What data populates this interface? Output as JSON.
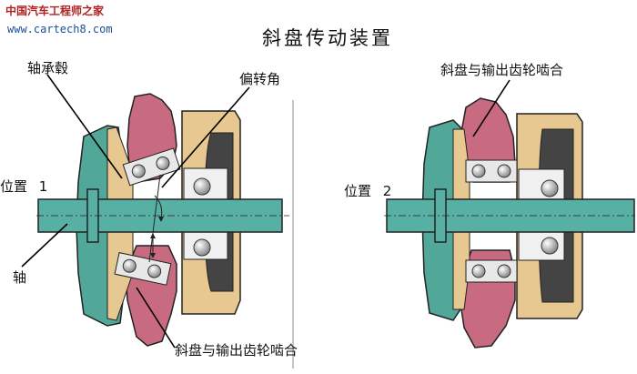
{
  "watermark": {
    "cn": "中国汽车工程师之家",
    "url": "www.cartech8.com"
  },
  "title": "斜盘传动装置",
  "labels": {
    "hub": "轴承毂",
    "angle": "偏转角",
    "position1": "位置",
    "position1_num": "1",
    "shaft": "轴",
    "mesh_left": "斜盘与输出齿轮啮合",
    "position2": "位置",
    "position2_num": "2",
    "mesh_right": "斜盘与输出齿轮啮合"
  },
  "colors": {
    "housing": "#e6c890",
    "gear": "#c86a80",
    "swash": "#52a898",
    "shaft": "#58b0a4",
    "bearing_race": "#e8e8e8",
    "ball": "#b8b8b8",
    "divider": "#888888"
  }
}
